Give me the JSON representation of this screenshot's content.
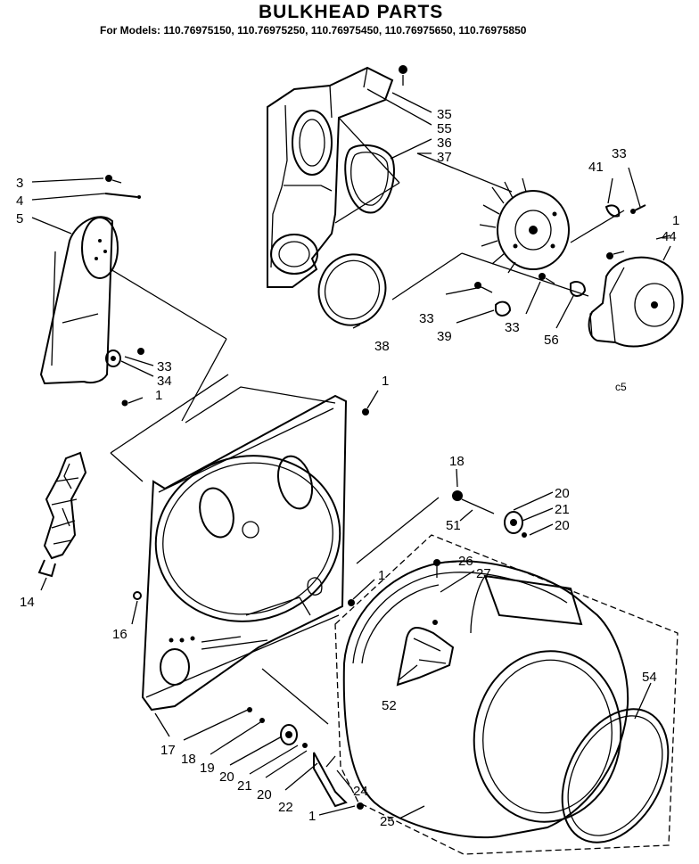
{
  "title": "BULKHEAD PARTS",
  "models_line": "For Models: 110.76975150, 110.76975250, 110.76975450, 110.76975650, 110.76975850",
  "corner_code": "c5",
  "callouts": [
    "35",
    "55",
    "36",
    "37",
    "33",
    "41",
    "1",
    "44",
    "3",
    "4",
    "5",
    "33",
    "34",
    "1",
    "38",
    "33",
    "39",
    "33",
    "56",
    "1",
    "18",
    "20",
    "21",
    "20",
    "51",
    "1",
    "26",
    "27",
    "14",
    "16",
    "52",
    "54",
    "17",
    "18",
    "19",
    "20",
    "21",
    "20",
    "22",
    "24",
    "1",
    "25"
  ]
}
